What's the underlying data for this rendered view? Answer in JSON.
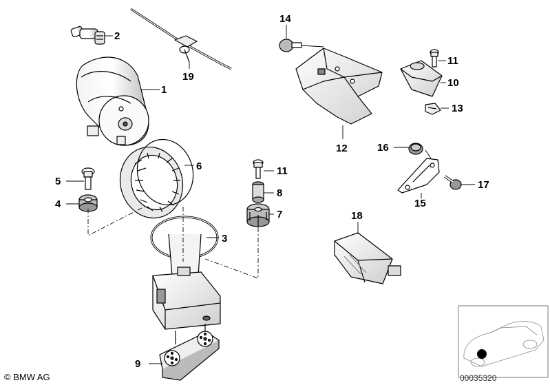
{
  "callouts": {
    "c1": "1",
    "c2": "2",
    "c3": "3",
    "c4": "4",
    "c5": "5",
    "c6": "6",
    "c7": "7",
    "c8": "8",
    "c9": "9",
    "c10": "10",
    "c11a": "11",
    "c11b": "11",
    "c12": "12",
    "c13": "13",
    "c14": "14",
    "c15": "15",
    "c16": "16",
    "c17": "17",
    "c18": "18",
    "c19": "19"
  },
  "footer": {
    "copyright": "© BMW AG",
    "diagram_number": "00035320"
  },
  "colors": {
    "line": "#000000",
    "fill": "#ffffff",
    "shade": "#d0d0d0",
    "dark": "#555555"
  }
}
